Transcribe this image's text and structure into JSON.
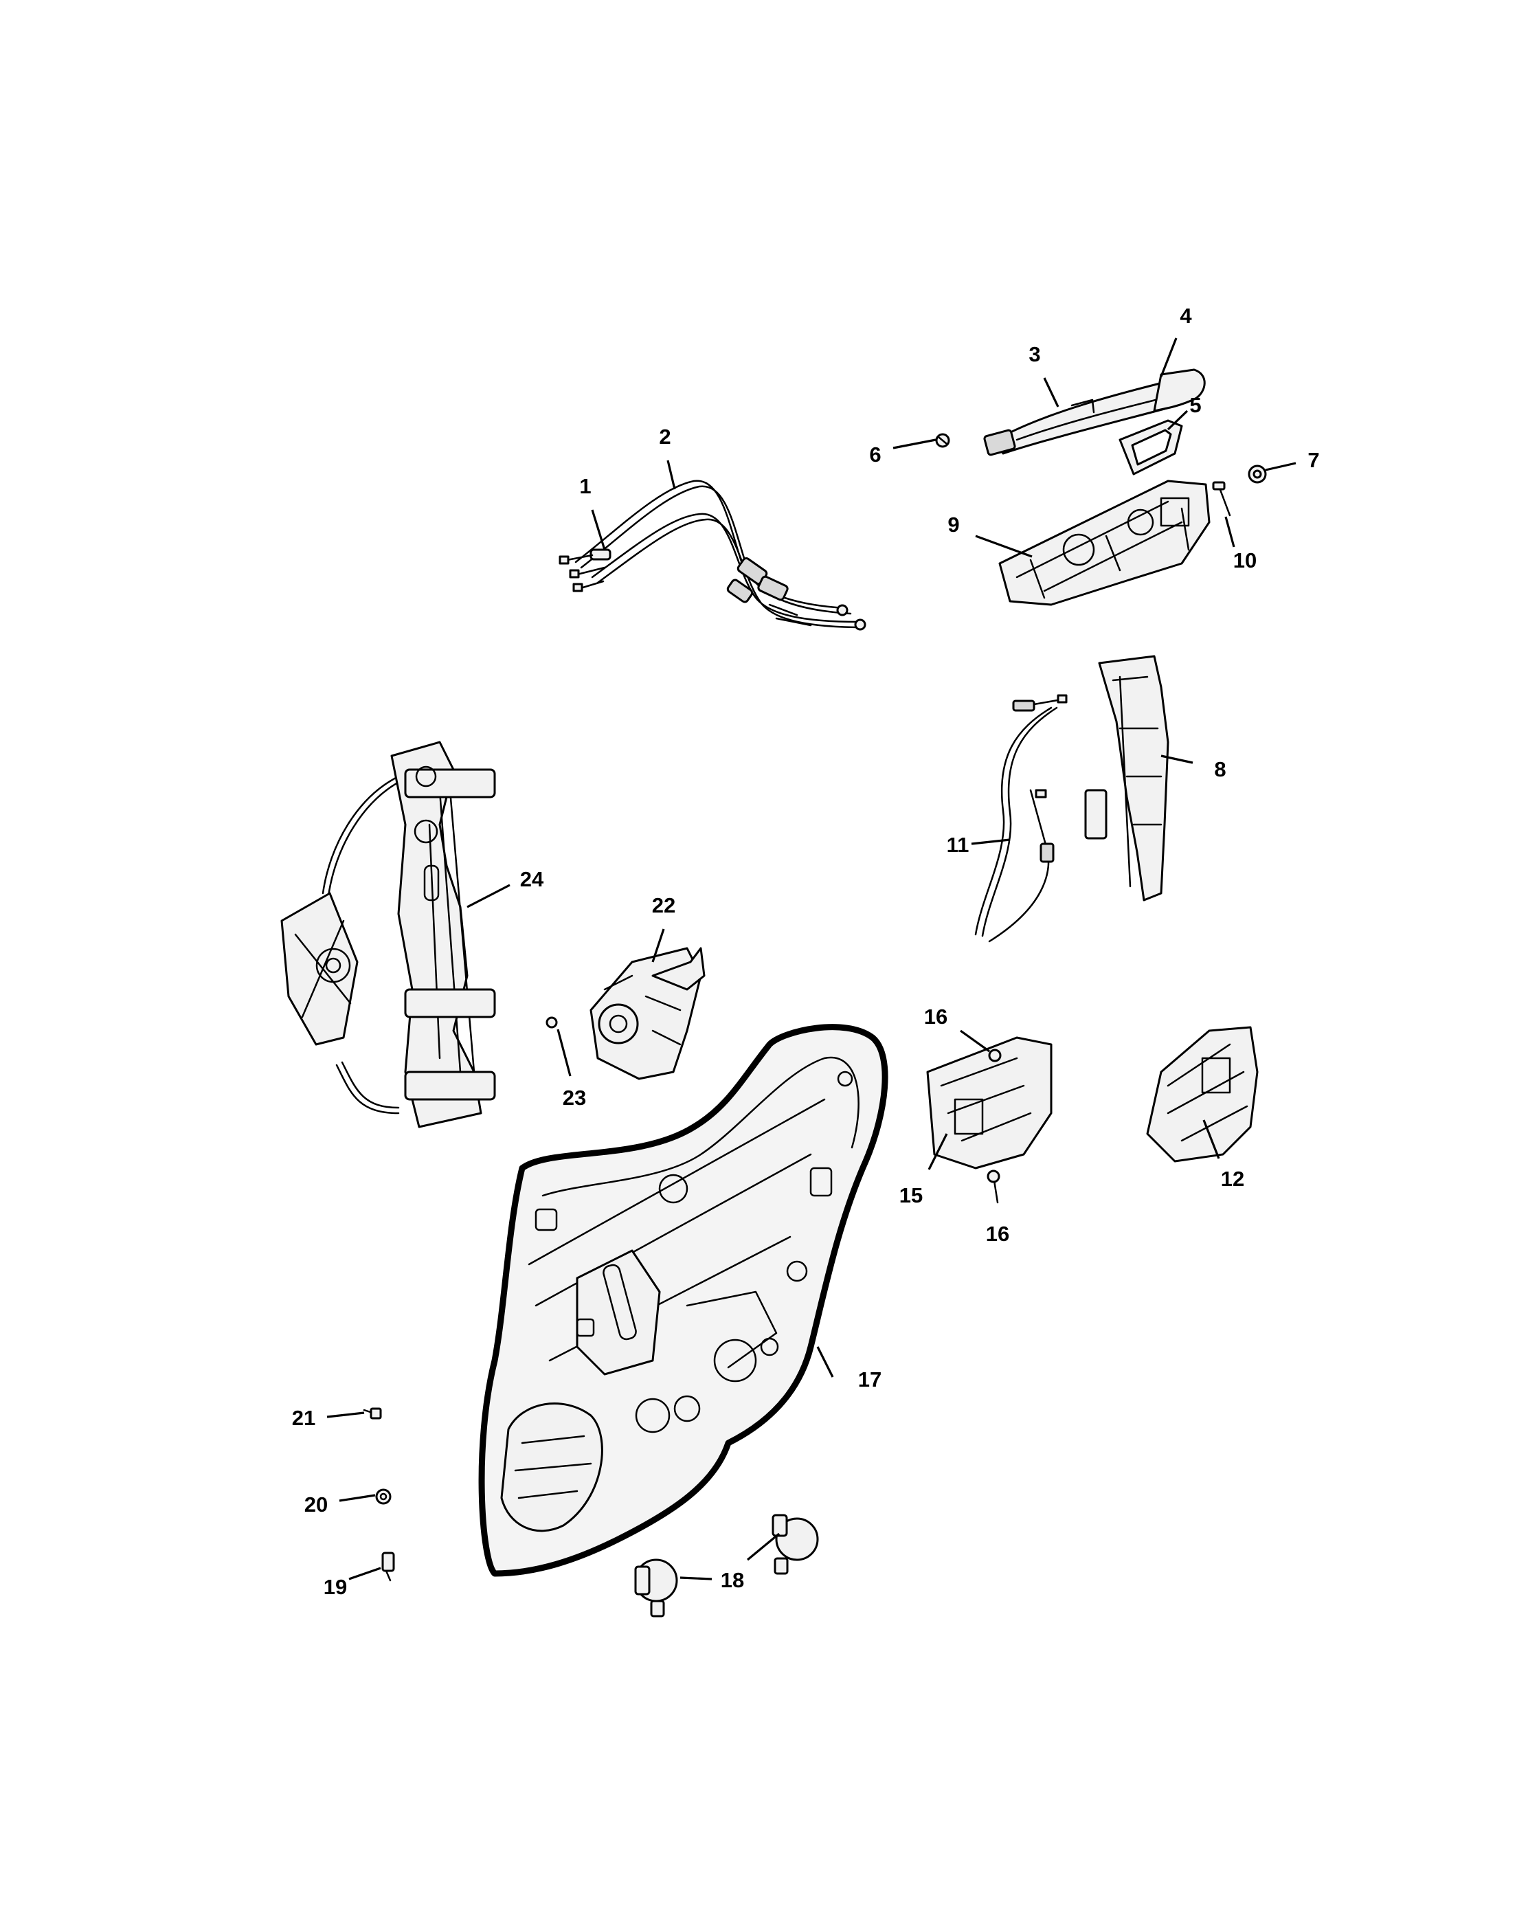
{
  "callouts": [
    {
      "id": "c1",
      "label": "1"
    },
    {
      "id": "c2",
      "label": "2"
    },
    {
      "id": "c3",
      "label": "3"
    },
    {
      "id": "c4",
      "label": "4"
    },
    {
      "id": "c5",
      "label": "5"
    },
    {
      "id": "c6",
      "label": "6"
    },
    {
      "id": "c7",
      "label": "7"
    },
    {
      "id": "c8",
      "label": "8"
    },
    {
      "id": "c9",
      "label": "9"
    },
    {
      "id": "c10",
      "label": "10"
    },
    {
      "id": "c11",
      "label": "11"
    },
    {
      "id": "c12",
      "label": "12"
    },
    {
      "id": "c15",
      "label": "15"
    },
    {
      "id": "c16a",
      "label": "16"
    },
    {
      "id": "c16b",
      "label": "16"
    },
    {
      "id": "c17",
      "label": "17"
    },
    {
      "id": "c18",
      "label": "18"
    },
    {
      "id": "c19",
      "label": "19"
    },
    {
      "id": "c20",
      "label": "20"
    },
    {
      "id": "c21",
      "label": "21"
    },
    {
      "id": "c22",
      "label": "22"
    },
    {
      "id": "c23",
      "label": "23"
    },
    {
      "id": "c24",
      "label": "24"
    }
  ]
}
